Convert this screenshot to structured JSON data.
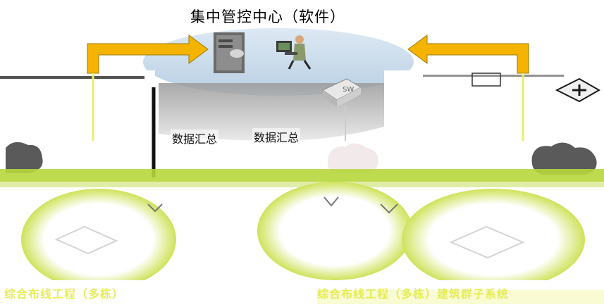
{
  "title": "集中管控中心（软件）",
  "summary_labels": [
    "数据汇总",
    "数据汇总"
  ],
  "footer": {
    "left": "综合布线工程（多栋）",
    "right": "综合布线工程（多栋）建筑群子系统"
  },
  "colors": {
    "arrow_fill": "#f5b400",
    "arrow_stroke": "#9a7a00",
    "hub_ellipse": "#c9dcec",
    "ground_green": "#b7d63c",
    "footer_text": "#e8f04a",
    "cloud": "#5a5a5a"
  },
  "icons": [
    "server-icon",
    "operator-workstation-icon",
    "network-switch-icon",
    "router-icon"
  ]
}
